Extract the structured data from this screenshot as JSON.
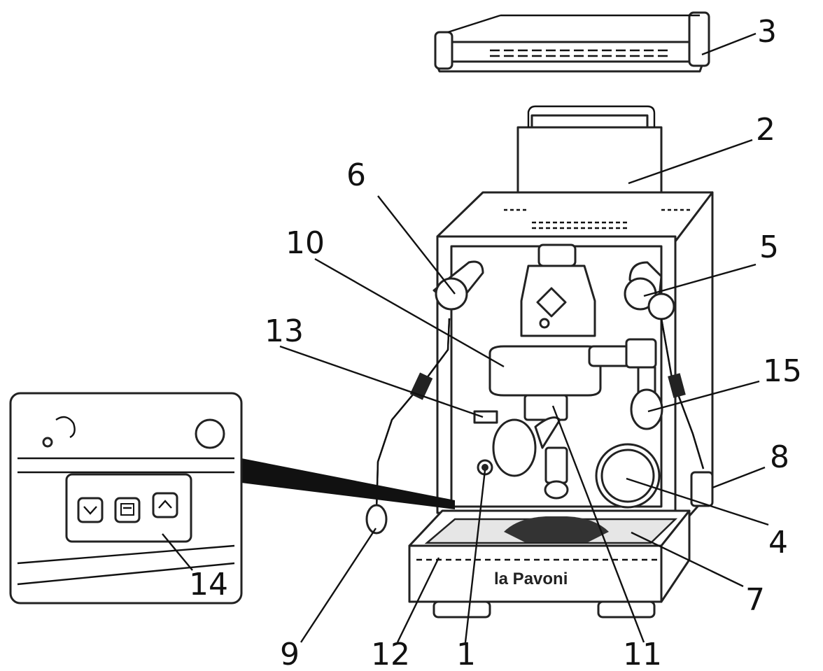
{
  "diagram": {
    "brand_logo": "la Pavoni",
    "callouts": [
      {
        "id": "c1",
        "label": "1"
      },
      {
        "id": "c2",
        "label": "2"
      },
      {
        "id": "c3",
        "label": "3"
      },
      {
        "id": "c4",
        "label": "4"
      },
      {
        "id": "c5",
        "label": "5"
      },
      {
        "id": "c6",
        "label": "6"
      },
      {
        "id": "c7",
        "label": "7"
      },
      {
        "id": "c8",
        "label": "8"
      },
      {
        "id": "c9",
        "label": "9"
      },
      {
        "id": "c10",
        "label": "10"
      },
      {
        "id": "c11",
        "label": "11"
      },
      {
        "id": "c12",
        "label": "12"
      },
      {
        "id": "c13",
        "label": "13"
      },
      {
        "id": "c14",
        "label": "14"
      },
      {
        "id": "c15",
        "label": "15"
      }
    ],
    "inset_buttons": [
      {
        "name": "down-button",
        "icon": "chevron-down-icon"
      },
      {
        "name": "menu-button",
        "icon": "menu-icon"
      },
      {
        "name": "up-button",
        "icon": "chevron-up-icon"
      }
    ]
  }
}
